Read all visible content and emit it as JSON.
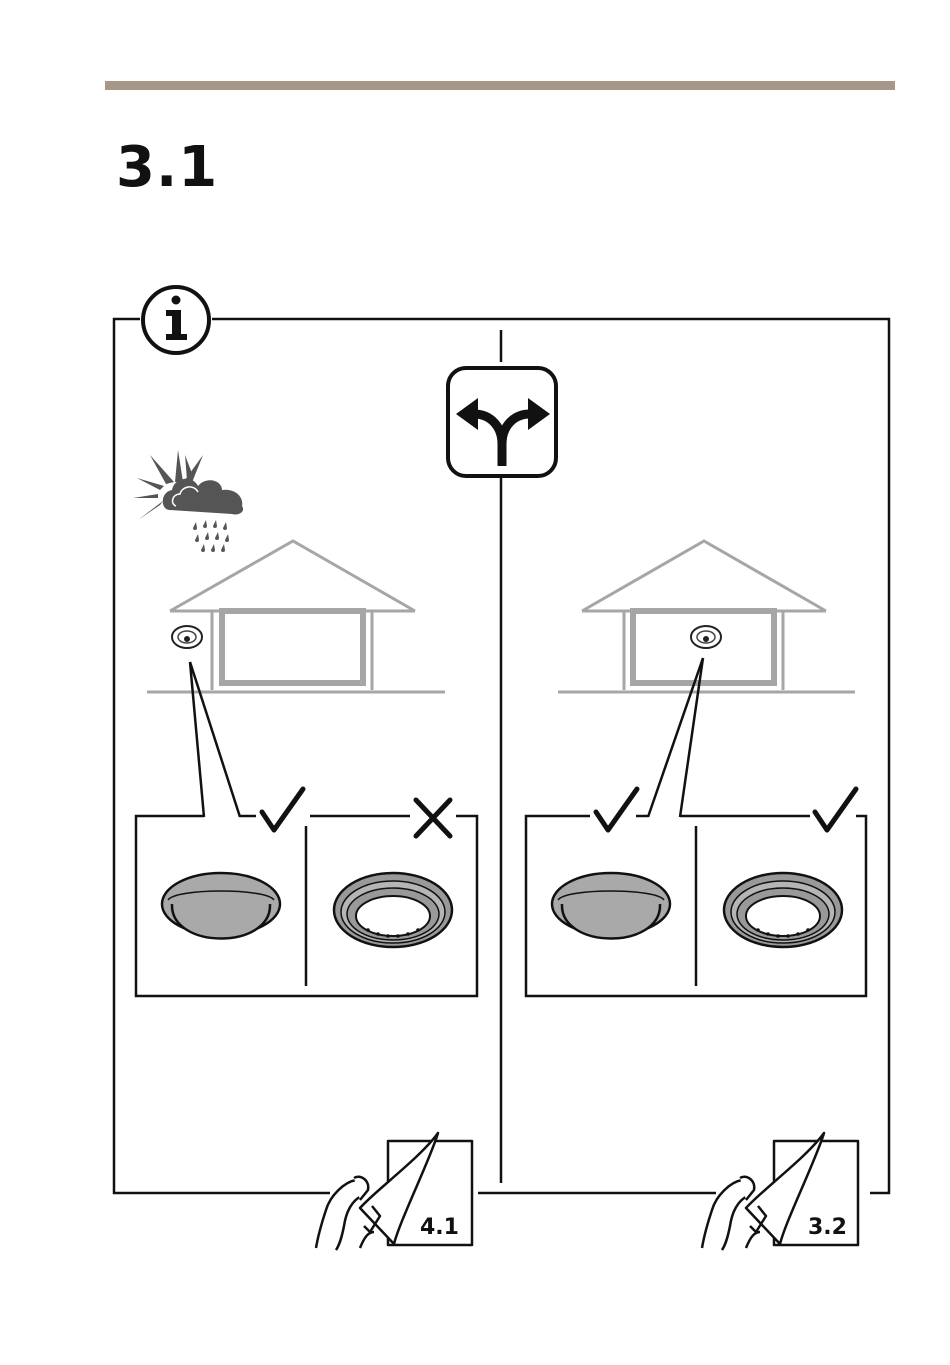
{
  "section": {
    "number": "3.1"
  },
  "decision": {
    "left_option": {
      "mount_flush_result": "check",
      "mount_recessed_result": "cross",
      "goto_page": "4.1"
    },
    "right_option": {
      "mount_flush_result": "check",
      "mount_recessed_result": "check",
      "goto_page": "3.2"
    }
  },
  "icons": {
    "info": "info-icon",
    "branch": "branch-arrows-icon",
    "weather": "sun-cloud-rain-icon",
    "house": "house-icon",
    "camera": "dome-camera-icon",
    "check": "check-icon",
    "cross": "cross-icon",
    "manual": "hand-turning-page-icon"
  },
  "colors": {
    "rule": "#a69789",
    "line": "#111111",
    "house": "#a6a6a6",
    "dome": "#a9a9a9"
  }
}
